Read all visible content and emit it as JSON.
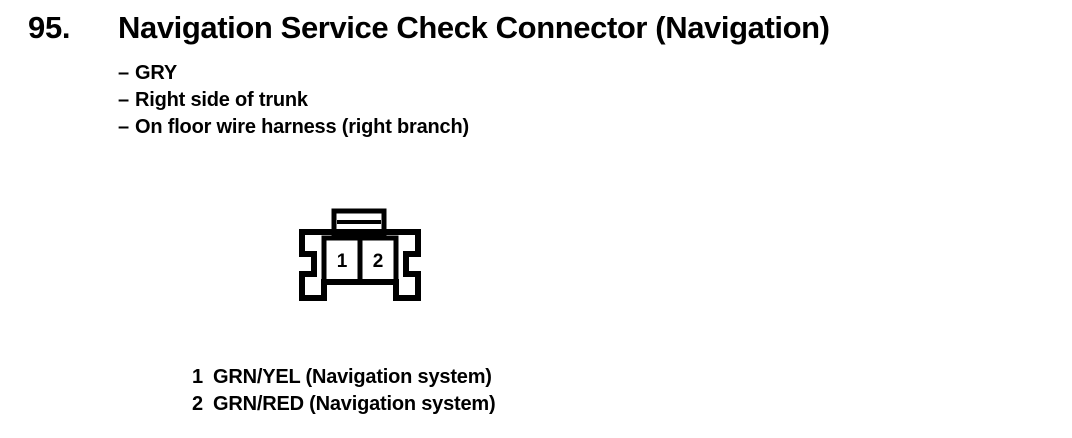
{
  "section": {
    "number": "95.",
    "title": "Navigation Service Check Connector (Navigation)"
  },
  "specs": {
    "dash": "–",
    "items": [
      {
        "text": "GRY"
      },
      {
        "text": "Right side of trunk"
      },
      {
        "text": "On floor wire harness (right branch)"
      }
    ]
  },
  "connector": {
    "cavity_labels": [
      "1",
      "2"
    ],
    "line_color": "#000000",
    "fill_color": "#ffffff"
  },
  "pins": [
    {
      "number": "1",
      "description": "GRN/YEL (Navigation system)"
    },
    {
      "number": "2",
      "description": "GRN/RED (Navigation system)"
    }
  ]
}
